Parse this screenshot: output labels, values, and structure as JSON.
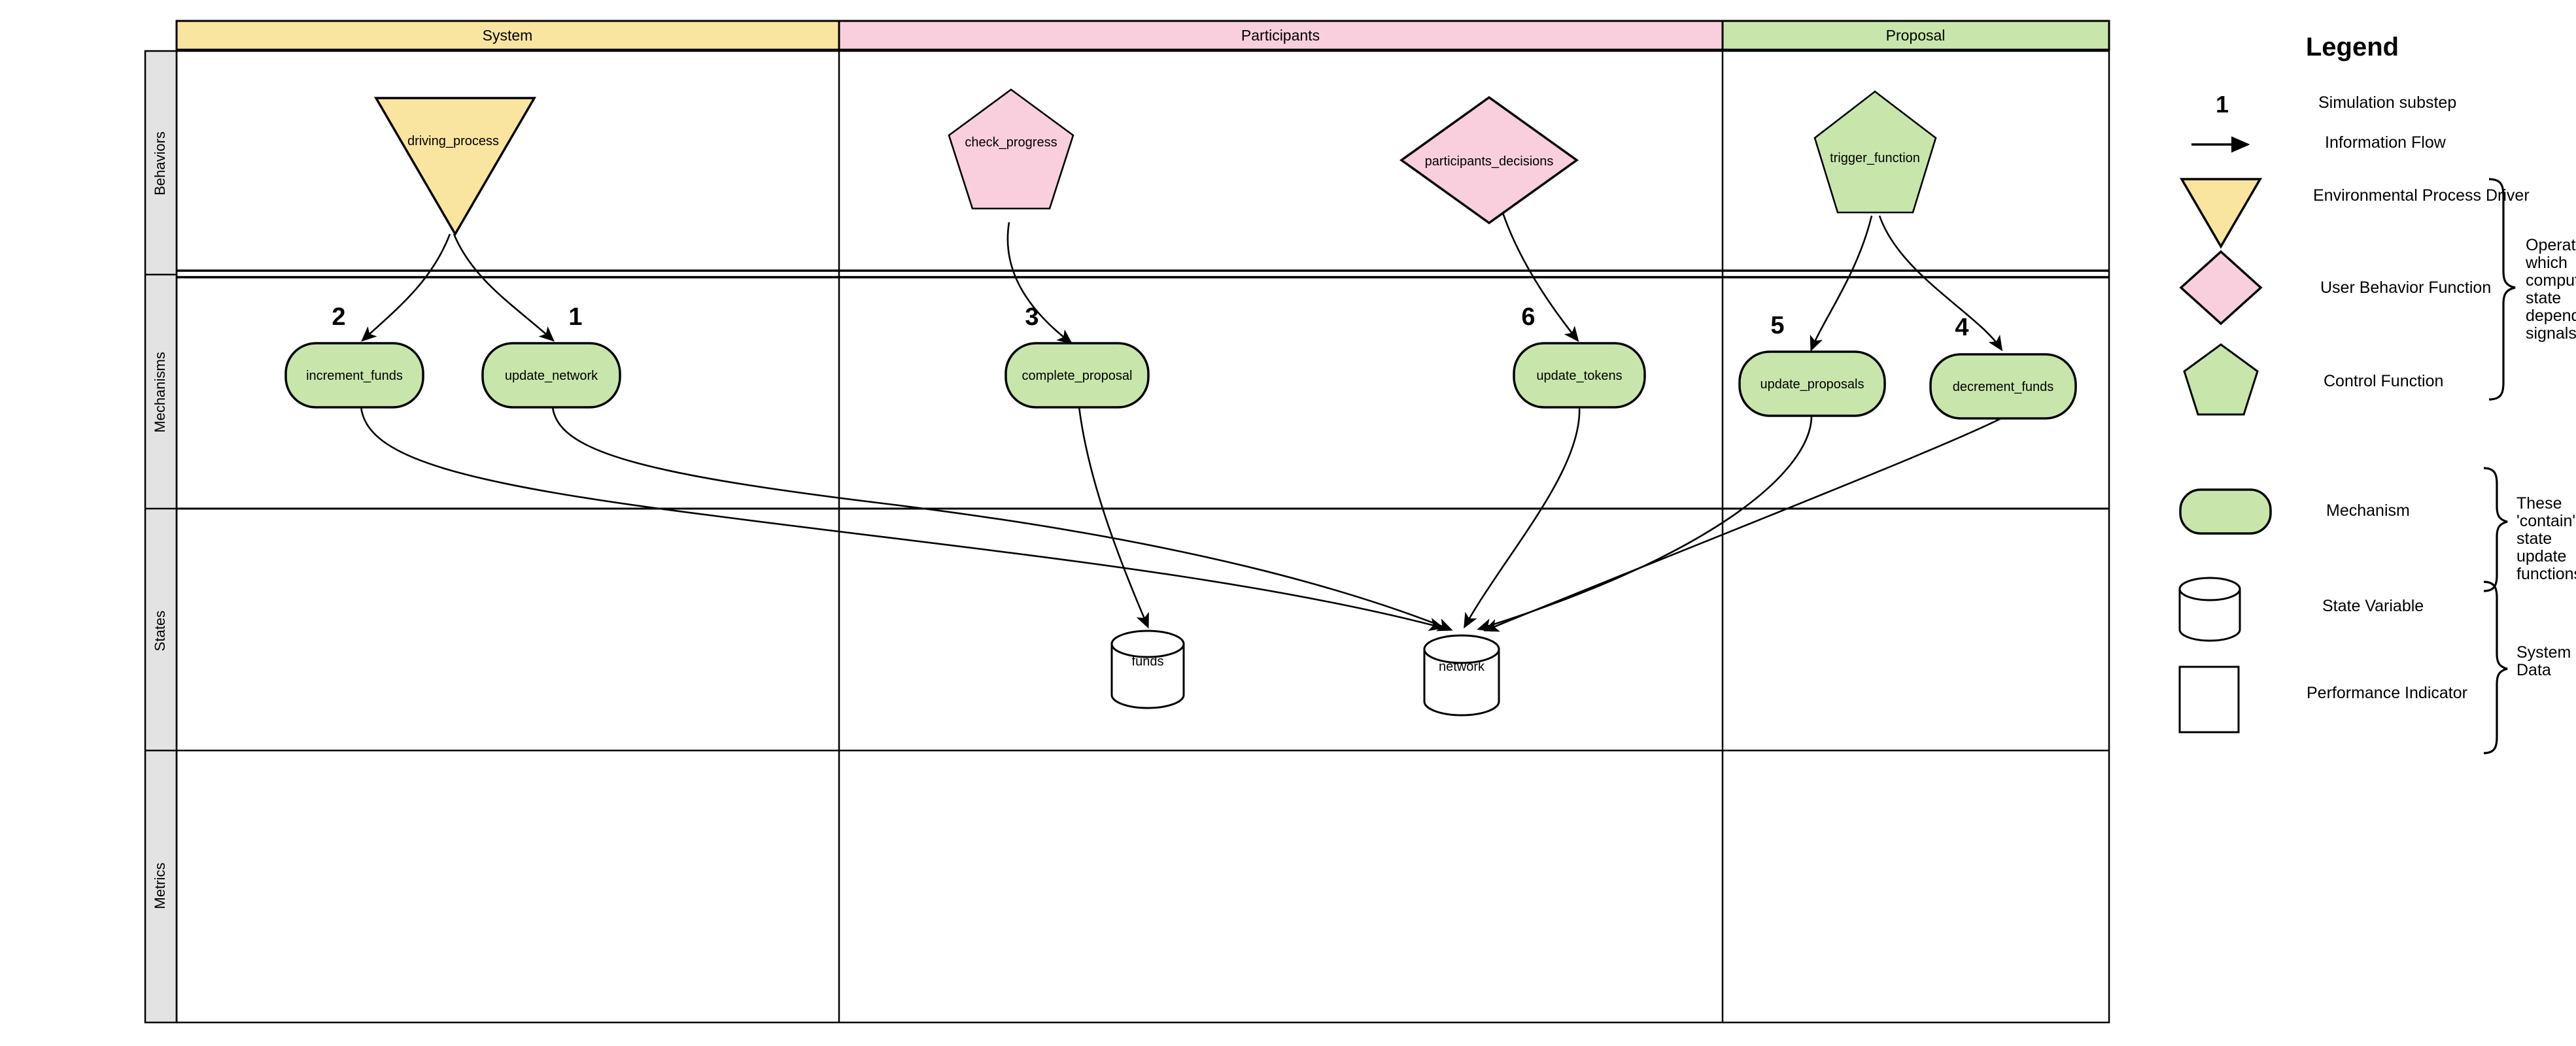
{
  "diagram": {
    "columns": [
      {
        "label": "System",
        "color": "#fae5a0"
      },
      {
        "label": "Participants",
        "color": "#f9cfdd"
      },
      {
        "label": "Proposal",
        "color": "#c8e6ac"
      }
    ],
    "rows": [
      {
        "label": "Behaviors"
      },
      {
        "label": "Mechanisms"
      },
      {
        "label": "States"
      },
      {
        "label": "Metrics"
      }
    ],
    "behaviors": [
      {
        "label": "driving_process",
        "shape": "inverted-triangle",
        "color": "#fae5a0",
        "column": "System"
      },
      {
        "label": "check_progress",
        "shape": "pentagon",
        "color": "#f9cfdd",
        "column": "Participants"
      },
      {
        "label": "participants_decisions",
        "shape": "diamond",
        "color": "#f9cfdd",
        "column": "Participants"
      },
      {
        "label": "trigger_function",
        "shape": "pentagon",
        "color": "#c8e6ac",
        "column": "Proposal"
      }
    ],
    "mechanisms": [
      {
        "label": "increment_funds",
        "substep": "2",
        "column": "System"
      },
      {
        "label": "update_network",
        "substep": "1",
        "column": "System"
      },
      {
        "label": "complete_proposal",
        "substep": "3",
        "column": "Participants"
      },
      {
        "label": "update_tokens",
        "substep": "6",
        "column": "Participants"
      },
      {
        "label": "update_proposals",
        "substep": "5",
        "column": "Proposal"
      },
      {
        "label": "decrement_funds",
        "substep": "4",
        "column": "Proposal"
      }
    ],
    "states": [
      {
        "label": "funds",
        "shape": "cylinder"
      },
      {
        "label": "network",
        "shape": "cylinder"
      }
    ],
    "metrics": []
  },
  "legend": {
    "title": "Legend",
    "substep_symbol": "1",
    "items": [
      {
        "symbol": "number",
        "label": "Simulation substep"
      },
      {
        "symbol": "arrow",
        "label": "Information Flow"
      },
      {
        "symbol": "inverted-triangle",
        "color": "#fae5a0",
        "label": "Environmental Process Driver"
      },
      {
        "symbol": "diamond",
        "color": "#f9cfdd",
        "label": "User Behavior Function"
      },
      {
        "symbol": "pentagon",
        "color": "#c8e6ac",
        "label": "Control Function"
      },
      {
        "symbol": "mechanism",
        "color": "#c8e6ac",
        "label": "Mechanism"
      },
      {
        "symbol": "cylinder",
        "color": "#ffffff",
        "label": "State Variable"
      },
      {
        "symbol": "rectangle",
        "color": "#ffffff",
        "label": "Performance Indicator"
      }
    ],
    "braces": [
      {
        "text": "Operators which computes state dependent signals"
      },
      {
        "text": "These 'contain' state update functions"
      },
      {
        "text": "System Data"
      }
    ]
  }
}
